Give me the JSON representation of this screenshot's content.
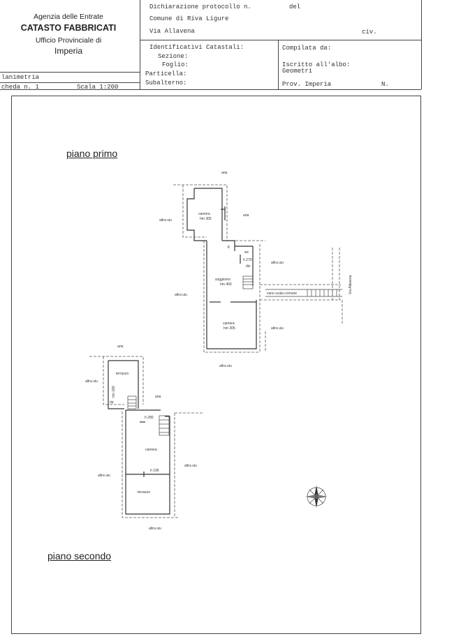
{
  "header": {
    "agency": {
      "line1": "Agenzia delle Entrate",
      "line2": "CATASTO FABBRICATI",
      "line3": "Ufficio Provinciale di",
      "line4": "Imperia"
    },
    "document_type": "lanimetria",
    "scheda": "cheda n. 1",
    "scale": "Scala 1:200",
    "protocol_label": "Dichiarazione protocollo n.",
    "protocol_del": "del",
    "comune": "Comune di Riva Ligure",
    "via": "Via Allavena",
    "civ": "civ.",
    "identifiers_title": "Identificativi Catastali:",
    "sezione": "Sezione:",
    "foglio": "Foglio:",
    "particella": "Particella:",
    "subalterno": "Subalterno:",
    "compilata": "Compilata da:",
    "iscritto": "Iscritto all'albo:",
    "geometri": "Geometri",
    "prov": "Prov. Imperia",
    "numero": "N."
  },
  "plan": {
    "floor1_title": "piano primo",
    "floor2_title": "piano secondo",
    "floor1_labels": {
      "aria_top": "aria",
      "aria_right": "aria",
      "altra_uiu_left1": "altra uiu",
      "camera1": "camera",
      "camera1_h": "hm 305",
      "k": "K",
      "wc": "wc",
      "h270": "h 270",
      "dis": "dis",
      "altra_uiu_right1": "altra uiu",
      "soggiorno": "soggiorno",
      "soggiorno_h": "hm 400",
      "altra_uiu_left2": "altra uiu",
      "vano_scala": "vano scala comune",
      "via_allavena": "Via Allavena",
      "camera2": "camera",
      "camera2_h": "hm 305",
      "altra_uiu_right2": "altra uiu",
      "altra_uiu_bottom": "altra uiu"
    },
    "floor2_labels": {
      "aria_top": "aria",
      "terrazzo1": "terrazzo",
      "altra_uiu_left1": "altra uiu",
      "hm": "hm 180",
      "rip": "rip",
      "aria_mid": "aria",
      "h280": "h 280",
      "camera": "camera",
      "altra_uiu_right": "altra uiu",
      "h195": "h 195",
      "altra_uiu_left2": "altra uiu",
      "terrazzo2": "terrazzo",
      "altra_uiu_bottom": "altra uiu"
    }
  },
  "compass_icon": "north-arrow-icon"
}
